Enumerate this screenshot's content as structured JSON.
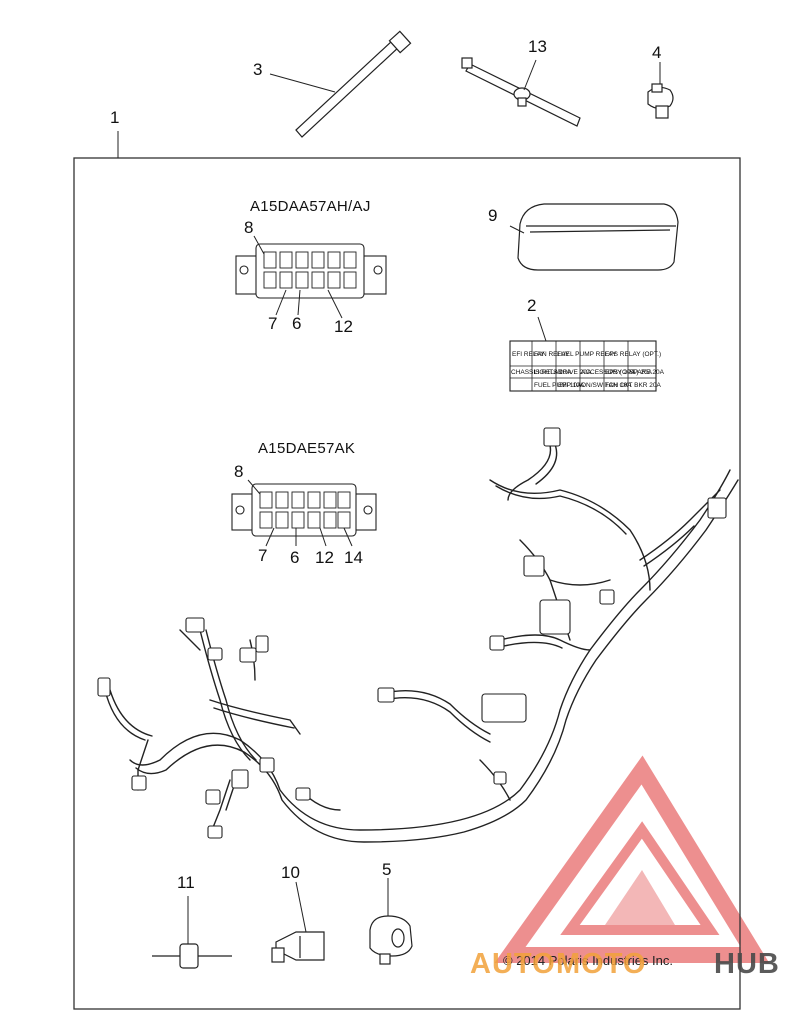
{
  "callouts": {
    "c1": "1",
    "c2": "2",
    "c3": "3",
    "c4": "4",
    "c5": "5",
    "c6a": "6",
    "c6b": "6",
    "c7a": "7",
    "c7b": "7",
    "c8a": "8",
    "c8b": "8",
    "c9": "9",
    "c10": "10",
    "c11": "11",
    "c12a": "12",
    "c12b": "12",
    "c13": "13",
    "c14": "14"
  },
  "models": {
    "top": "A15DAA57AH/AJ",
    "bottom": "A15DAE57AK"
  },
  "fuse_label": {
    "row1": [
      "EFI RELAY",
      "FAN RELAY",
      "FUEL PUMP RELAY",
      "EPS RELAY (OPT.)"
    ],
    "row2": [
      "CHASSIS RELAY",
      "LIGHTS 20A",
      "DRIVE 20A",
      "ACCESSORY 20A",
      "EPS (OPT.) 20A",
      "SPARE 20A"
    ],
    "row3": [
      "FUEL PUMP 10A",
      "EFI 10A",
      "ON/SWITCH 10A",
      "FAN CKT BKR 20A"
    ]
  },
  "copyright": "© 2014 Polaris Industries Inc.",
  "watermark": {
    "left": "AUTO",
    "middle": "MOTO",
    "right": "HUB",
    "color_red": "#e23a3a",
    "color_orange": "#f2a23a",
    "color_gray": "#4a4a4a"
  }
}
